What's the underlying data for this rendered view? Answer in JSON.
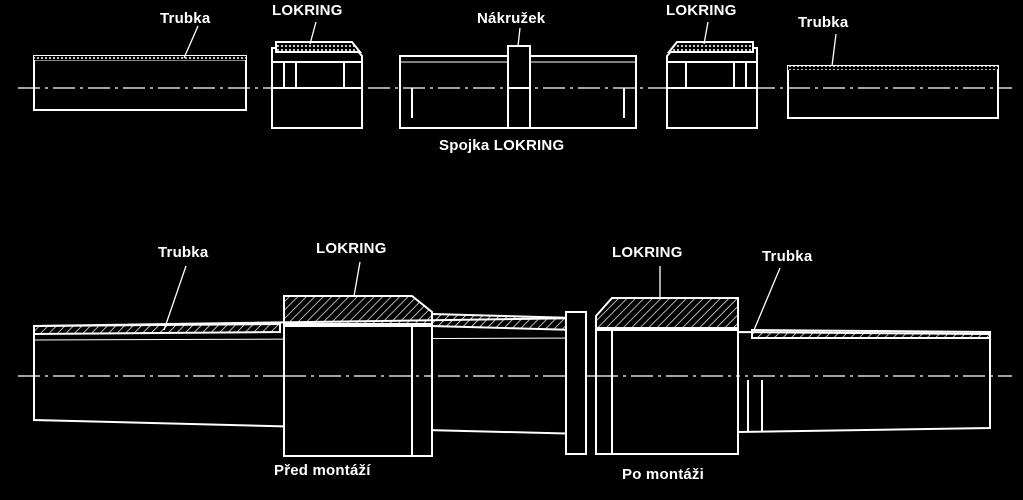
{
  "top_row": {
    "label_pipe_left": "Trubka",
    "label_ring_left": "LOKRING",
    "label_collar": "Nákružek",
    "label_ring_right": "LOKRING",
    "label_pipe_right": "Trubka",
    "caption_coupling": "Spojka LOKRING"
  },
  "bottom_row": {
    "label_pipe_left": "Trubka",
    "label_ring_left": "LOKRING",
    "label_ring_right": "LOKRING",
    "label_pipe_right": "Trubka",
    "caption_before": "Před montáží",
    "caption_after": "Po montáži"
  },
  "colors": {
    "background": "#000000",
    "line": "#ffffff",
    "fill": "#000000"
  }
}
